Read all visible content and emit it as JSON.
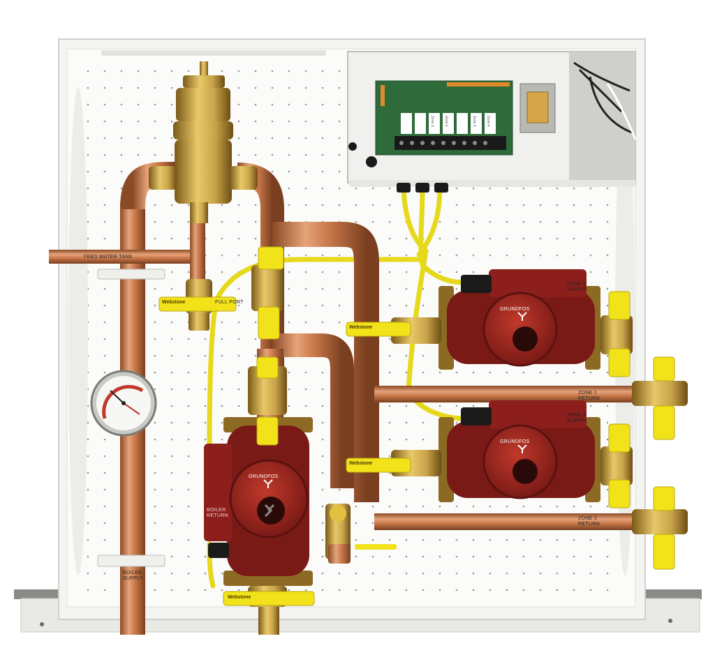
{
  "photo": {
    "subject": "hydronic heating zone panel",
    "colors": {
      "background": "#ffffff",
      "cabinet": "#f4f4f2",
      "copper": "#c8784a",
      "brass": "#c9a44a",
      "pump_red": "#8c1f1c",
      "valve_yellow": "#f2e21a",
      "circuit_green": "#2f6b3a"
    }
  },
  "labels": {
    "feed_water_tank": "FEED WATER TANK",
    "boiler_supply": "BOILER SUPPLY",
    "zone1_supply": "ZONE 1 SUPPLY",
    "zone1_return": "ZONE 1 RETURN",
    "zone2_supply": "ZONE 2 SUPPLY",
    "zone2_return": "ZONE 2 RETURN",
    "boiler_return": "BOILER RETURN",
    "full_port": "FULL PORT",
    "brand_valve": "Webstone",
    "brand_pump": "GRUNDFOS"
  },
  "controller": {
    "relays": [
      "Zone 1",
      "Zone 2",
      "Zone 3",
      "Zone 4"
    ]
  }
}
